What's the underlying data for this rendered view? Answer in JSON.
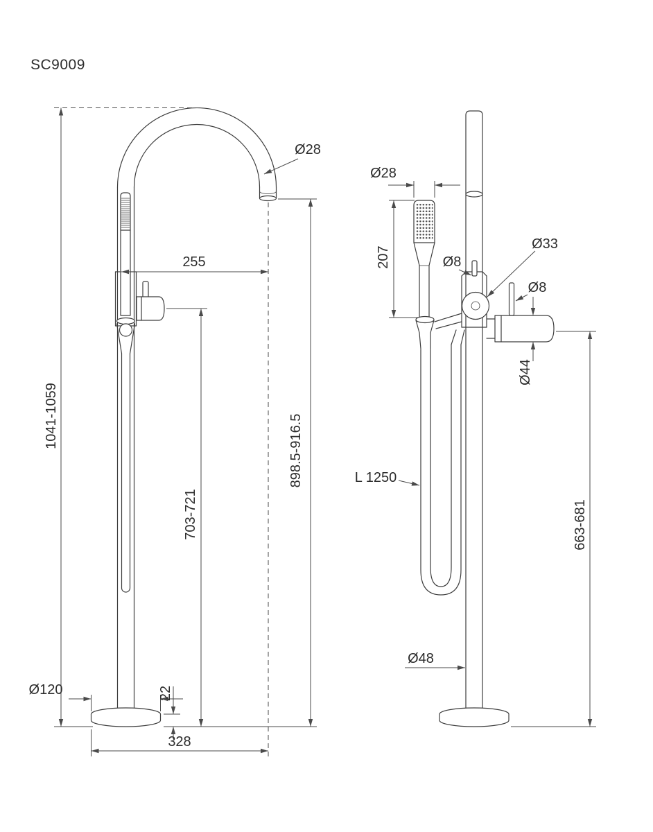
{
  "title": "SC9009",
  "front_view": {
    "spout_diameter": "Ø28",
    "spout_reach": "255",
    "total_height": "1041-1059",
    "handle_height": "703-721",
    "spout_outlet_height": "898.5-916.5",
    "base_diameter": "Ø120",
    "base_plate_height": "22",
    "overall_depth": "328"
  },
  "side_view": {
    "handshower_diameter": "Ø28",
    "handshower_length": "207",
    "diverter_pin_diameter": "Ø8",
    "body_diameter": "Ø33",
    "handle_pin_diameter": "Ø8",
    "handle_diameter": "Ø44",
    "hose_length": "L 1250",
    "handle_center_height": "663-681",
    "column_diameter": "Ø48"
  }
}
